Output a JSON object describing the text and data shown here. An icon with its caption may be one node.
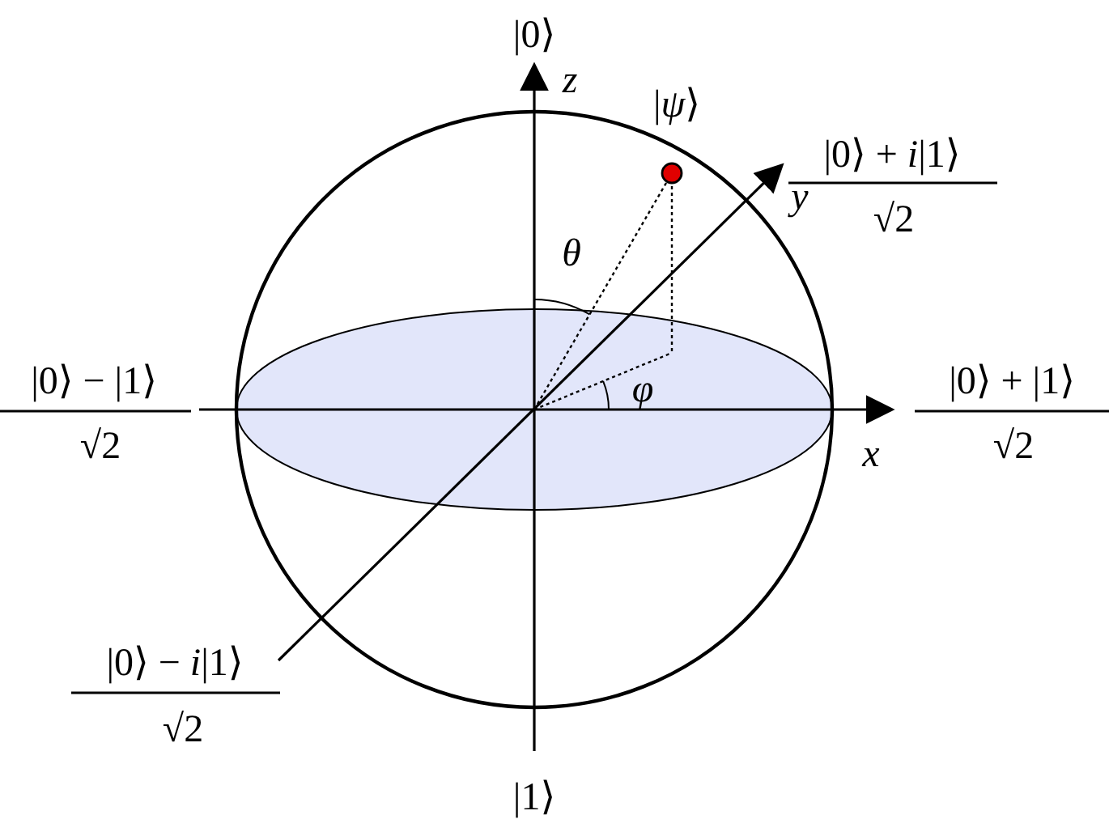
{
  "diagram": {
    "labels": [
      "|0⟩",
      "z",
      "|*ψ*⟩",
      "|0⟩ + *i*|1⟩",
      "y",
      "√2",
      "θ",
      "|0⟩ − |1⟩",
      "|0⟩ + |1⟩",
      "φ",
      "√2",
      "√2",
      "x",
      "|0⟩ − *i*|1⟩",
      "√2",
      "|1⟩"
    ]
  }
}
